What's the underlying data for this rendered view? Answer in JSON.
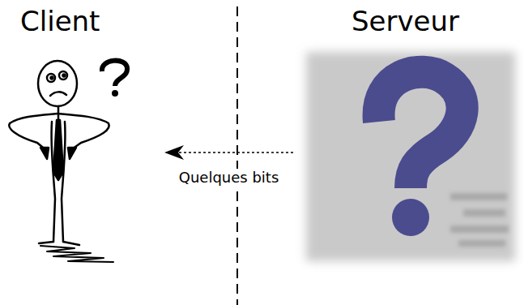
{
  "diagram": {
    "nodes": [
      {
        "text": [
          "Client"
        ]
      },
      {
        "text": [
          "Serveur"
        ]
      }
    ],
    "edges": [
      {
        "from": 1,
        "to": 0,
        "label": "Quelques bits",
        "arrow": "to"
      }
    ]
  }
}
